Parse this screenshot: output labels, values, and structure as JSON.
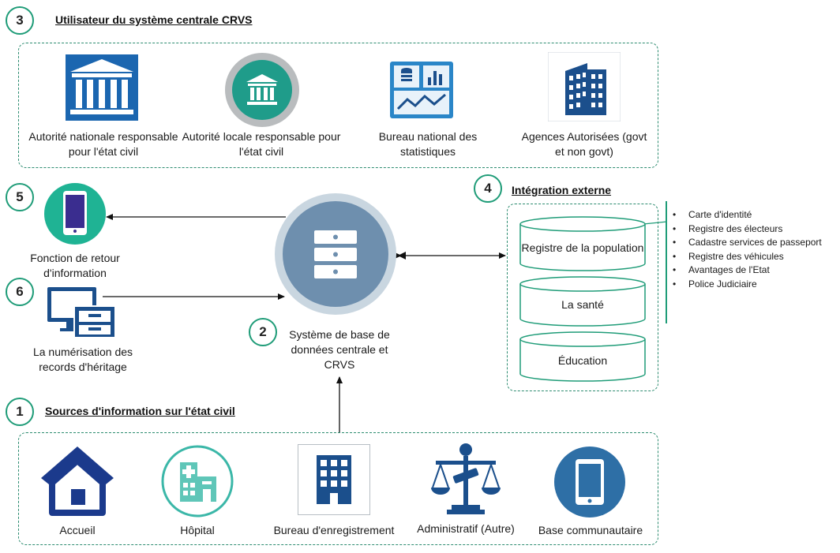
{
  "colors": {
    "accent_green": "#1f9c78",
    "icon_navy": "#1b4f8c",
    "server_blue": "#6e8fae",
    "server_ring": "#c9d6e0"
  },
  "section3": {
    "number": "3",
    "title": "Utilisateur du système centrale CRVS",
    "users": [
      {
        "icon": "government-building-icon",
        "label": "Autorité nationale responsable pour l'état civil"
      },
      {
        "icon": "local-authority-icon",
        "label": "Autorité locale responsable pour l'état civil"
      },
      {
        "icon": "statistics-dashboard-icon",
        "label": "Bureau national des statistiques"
      },
      {
        "icon": "office-buildings-icon",
        "label": "Agences Autorisées (govt et non govt)"
      }
    ]
  },
  "section5": {
    "number": "5",
    "icon": "mobile-phone-icon",
    "label": "Fonction de retour d'information"
  },
  "section6": {
    "number": "6",
    "icon": "computer-archive-icon",
    "label": "La numérisation des records d'héritage"
  },
  "section2": {
    "number": "2",
    "icon": "database-server-icon",
    "label": "Système de base de données centrale et CRVS"
  },
  "section4": {
    "number": "4",
    "title": "Intégration externe",
    "registries": [
      "Registre de la population",
      "La santé",
      "Éducation"
    ],
    "bullets": [
      "Carte d'identité",
      "Registre des électeurs",
      "Cadastre services de passeport",
      "Registre des véhicules",
      "Avantages de l'Etat",
      "Police Judiciaire"
    ]
  },
  "section1": {
    "number": "1",
    "title": "Sources d'information sur l'état civil",
    "sources": [
      {
        "icon": "home-icon",
        "label": "Accueil"
      },
      {
        "icon": "hospital-icon",
        "label": "Hôpital"
      },
      {
        "icon": "registry-building-icon",
        "label": "Bureau d'enregistrement"
      },
      {
        "icon": "justice-scales-icon",
        "label": "Administratif (Autre)"
      },
      {
        "icon": "tablet-icon",
        "label": "Base communautaire"
      }
    ]
  }
}
